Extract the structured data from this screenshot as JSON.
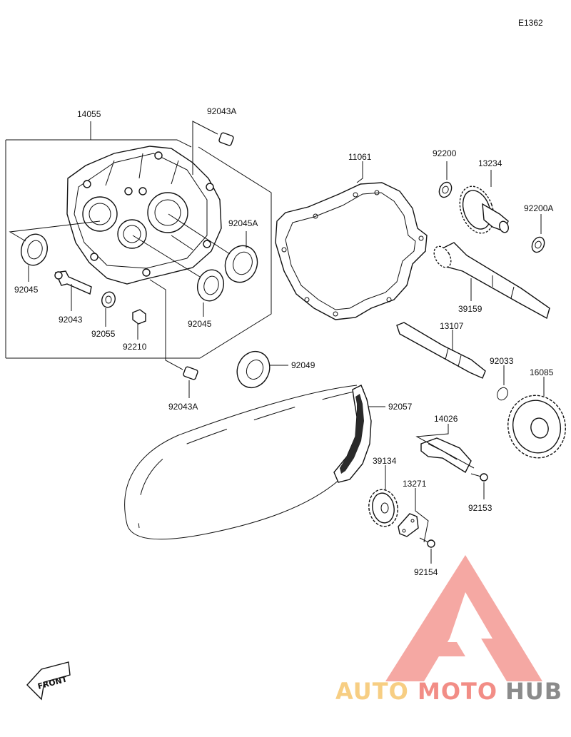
{
  "figure_code": "E1362",
  "parts": {
    "p14055": "14055",
    "p92043A_top": "92043A",
    "p92045A": "92045A",
    "p92045_left": "92045",
    "p92043": "92043",
    "p92055": "92055",
    "p92210": "92210",
    "p92045_mid": "92045",
    "p92043A_bot": "92043A",
    "p11061": "11061",
    "p92200": "92200",
    "p13234": "13234",
    "p92200A": "92200A",
    "p39159": "39159",
    "p13107": "13107",
    "p92033": "92033",
    "p16085": "16085",
    "p92049": "92049",
    "p92057": "92057",
    "p14026": "14026",
    "p39134": "39134",
    "p13271": "13271",
    "p92153": "92153",
    "p92154": "92154"
  },
  "front_label": "FRONT",
  "watermark": {
    "auto": "AUTO",
    "moto": "MOTO",
    "hub": "HUB"
  },
  "colors": {
    "line": "#111111",
    "wm_red": "#f07a72",
    "wm_yellow": "#f6c66e",
    "wm_gray": "#777777"
  }
}
